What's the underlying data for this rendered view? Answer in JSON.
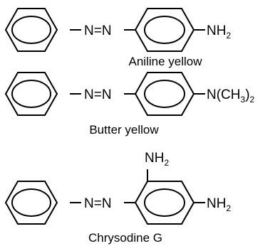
{
  "structures": [
    {
      "name": "Aniline yellow",
      "azo": "N=N",
      "substituent": {
        "main": "NH",
        "sub": "2",
        "tail": ""
      }
    },
    {
      "name": "Butter yellow",
      "azo": "N=N",
      "substituent": {
        "main": "N(CH",
        "sub": "3",
        "tail": ")",
        "sub2": "2"
      }
    },
    {
      "name": "Chrysodine G",
      "azo": "N=N",
      "substituent": {
        "main": "NH",
        "sub": "2",
        "tail": ""
      },
      "top_substituent": {
        "main": "NH",
        "sub": "2"
      }
    }
  ]
}
